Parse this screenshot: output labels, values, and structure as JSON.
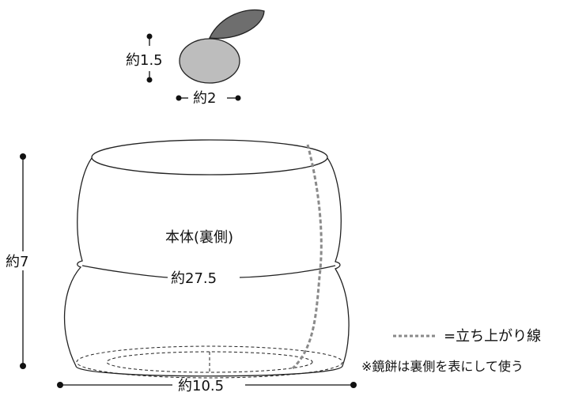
{
  "mochi": {
    "height_label": "約1.5",
    "width_label": "約2"
  },
  "body": {
    "title": "本体(裏側)",
    "height_label": "約7",
    "circumference_label": "約27.5",
    "bottom_width_label": "約10.5"
  },
  "legend": {
    "fold_line_label": "=立ち上がり線",
    "note": "※鏡餅は裏側を表にして使う"
  },
  "colors": {
    "outline": "#222222",
    "leaf_fill": "#6e6e6e",
    "mochi_fill": "#bdbdbd",
    "dashed_line": "#8a8a8a",
    "dimension_dot": "#111111"
  }
}
